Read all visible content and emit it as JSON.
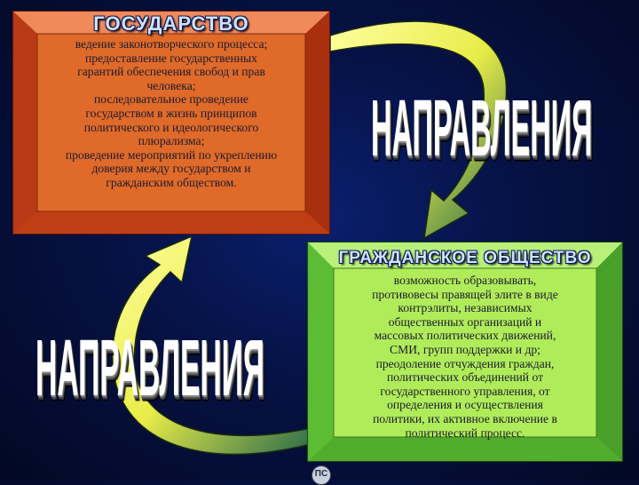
{
  "state_box": {
    "title": "ГОСУДАРСТВО",
    "lines": [
      "ведение законотворческого процесса;",
      "предоставление государственных",
      "гарантий обеспечения свобод и прав",
      "человека;",
      "последовательное проведение",
      "государством в жизнь принципов",
      "политического и идеологического",
      "плюрализма;",
      "проведение мероприятий по укреплению",
      "доверия между государством и",
      "гражданским обществом."
    ]
  },
  "society_box": {
    "title": "ГРАЖДАНСКОЕ ОБЩЕСТВО",
    "lines": [
      "возможность образовывать,",
      "противовесы правящей элите в виде",
      "контрэлиты, независимых",
      "общественных организаций и",
      "массовых политических движений,",
      "СМИ, групп поддержки и др;",
      "преодоление отчуждения граждан,",
      "политических объединений от",
      "государственного управления, от",
      "определения и осуществления",
      "политики, их активное включение в",
      "политический процесс."
    ]
  },
  "directions_top": "НАПРАВЛЕНИЯ",
  "directions_bottom": "НАПРАВЛЕНИЯ",
  "page_badge": "ПС",
  "colors": {
    "state_box": "#d8481e",
    "state_inner": "#e06a2a",
    "society_box": "#7ed84a",
    "society_inner": "#b0ec5a",
    "arrow": "#f0f050",
    "background": "#061244"
  }
}
